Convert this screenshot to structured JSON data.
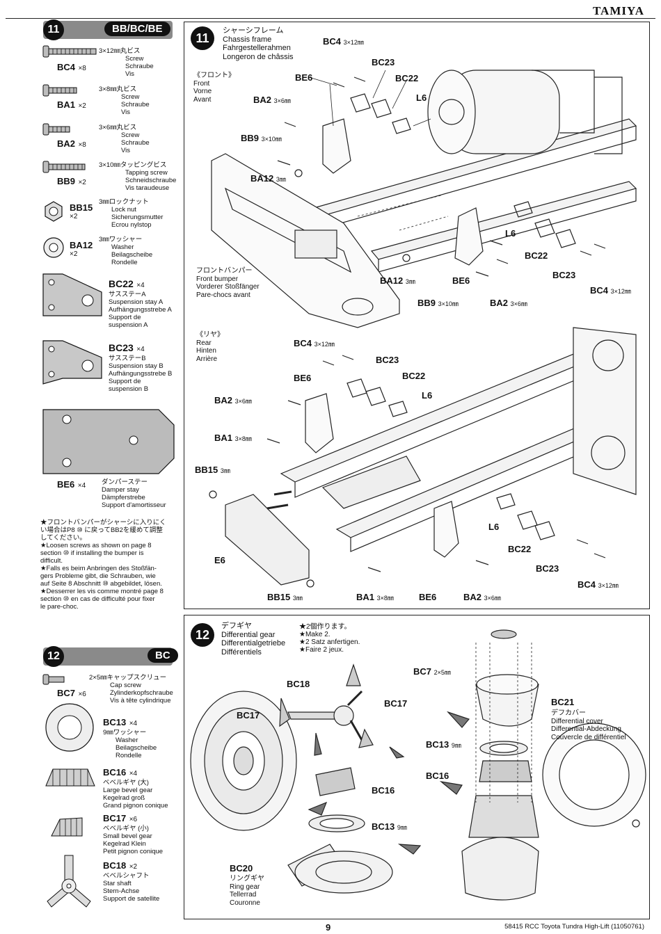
{
  "brand": "TAMIYA",
  "step11": {
    "number": "11",
    "badge": "BB/BC/BE",
    "parts": [
      {
        "code": "BC4",
        "qty": "×8",
        "jp": "3×12㎜丸ビス",
        "en": "Screw",
        "de": "Schraube",
        "fr": "Vis"
      },
      {
        "code": "BA1",
        "qty": "×2",
        "jp": "3×8㎜丸ビス",
        "en": "Screw",
        "de": "Schraube",
        "fr": "Vis"
      },
      {
        "code": "BA2",
        "qty": "×8",
        "jp": "3×6㎜丸ビス",
        "en": "Screw",
        "de": "Schraube",
        "fr": "Vis"
      },
      {
        "code": "BB9",
        "qty": "×2",
        "jp": "3×10㎜タッピングビス",
        "en": "Tapping screw",
        "de": "Schneidschraube",
        "fr": "Vis taraudeuse"
      },
      {
        "code": "BB15",
        "qty": "×2",
        "jp": "3㎜ロックナット",
        "en": "Lock nut",
        "de": "Sicherungsmutter",
        "fr": "Ecrou nylstop"
      },
      {
        "code": "BA12",
        "qty": "×2",
        "jp": "3㎜ワッシャー",
        "en": "Washer",
        "de": "Beilagscheibe",
        "fr": "Rondelle"
      }
    ],
    "stays": [
      {
        "code": "BC22",
        "qty": "×4",
        "jp": "サスステーA",
        "en": "Suspension stay A",
        "de": "Aufhängungsstrebe A",
        "fr1": "Support de",
        "fr2": "suspension A"
      },
      {
        "code": "BC23",
        "qty": "×4",
        "jp": "サスステーB",
        "en": "Suspension stay B",
        "de": "Aufhängungsstrebe B",
        "fr1": "Support de",
        "fr2": "suspension B"
      }
    ],
    "be6": {
      "code": "BE6",
      "qty": "×4",
      "jp": "ダンパーステー",
      "en": "Damper stay",
      "de": "Dämpferstrebe",
      "fr": "Support d'amortisseur"
    },
    "notes": [
      "★フロントバンパーがシャーシに入りにく",
      "い場合はP8 ⑩ に戻ってBB2を緩めて調整",
      "してください。",
      "★Loosen screws as shown on page 8",
      "section ⑩ if installing the bumper is",
      "difficult.",
      "★Falls es beim Anbringen des Stoßfän-",
      "gers Probleme gibt, die Schrauben, wie",
      "auf Seite 8 Abschnitt ⑩ abgebildet, lösen.",
      "★Desserrer les vis comme montré page 8",
      "section ⑩ en cas de difficulté pour fixer",
      "le pare-choc."
    ],
    "title_jp": "シャーシフレーム",
    "title_en": "Chassis frame",
    "title_de": "Fahrgestellerahmen",
    "title_fr": "Longeron de châssis",
    "front_jp": "《フロント》",
    "front_en": "Front",
    "front_de": "Vorne",
    "front_fr": "Avant",
    "rear_jp": "《リヤ》",
    "rear_en": "Rear",
    "rear_de": "Hinten",
    "rear_fr": "Arrière",
    "bumper_jp": "フロントバンパー",
    "bumper_en": "Front bumper",
    "bumper_de": "Vorderer Stoßfänger",
    "bumper_fr": "Pare-chocs avant",
    "labels": {
      "bc4": "BC4",
      "s3x12": "3×12㎜",
      "bc23": "BC23",
      "bc22": "BC22",
      "be6": "BE6",
      "l6": "L6",
      "ba2": "BA2",
      "s3x6": "3×6㎜",
      "bb9": "BB9",
      "s3x10": "3×10㎜",
      "ba12": "BA12",
      "s3": "3㎜",
      "ba1": "BA1",
      "s3x8": "3×8㎜",
      "bb15": "BB15",
      "e6": "E6"
    }
  },
  "step12": {
    "number": "12",
    "badge": "BC",
    "title_jp": "デフギヤ",
    "title_en": "Differential gear",
    "title_de": "Differentialgetriebe",
    "title_fr": "Différentiels",
    "make_jp": "★2個作ります。",
    "make_en": "★Make 2.",
    "make_de": "★2 Satz anfertigen.",
    "make_fr": "★Faire 2 jeux.",
    "parts": [
      {
        "code": "BC7",
        "qty": "×6",
        "jp": "2×5㎜キャップスクリュー",
        "en": "Cap screw",
        "de": "Zylinderkopfschraube",
        "fr": "Vis à tête cylindrique"
      },
      {
        "code": "BC13",
        "qty": "×4",
        "jp": "9㎜ワッシャー",
        "en": "Washer",
        "de": "Beilagscheibe",
        "fr": "Rondelle"
      },
      {
        "code": "BC16",
        "qty": "×4",
        "jp": "ベベルギヤ (大)",
        "en": "Large bevel gear",
        "de": "Kegelrad groß",
        "fr": "Grand pignon conique"
      },
      {
        "code": "BC17",
        "qty": "×6",
        "jp": "ベベルギヤ (小)",
        "en": "Small bevel gear",
        "de": "Kegelrad Klein",
        "fr": "Petit pignon conique"
      },
      {
        "code": "BC18",
        "qty": "×2",
        "jp": "ベベルシャフト",
        "en": "Star shaft",
        "de": "Stern-Achse",
        "fr": "Support de satellite"
      }
    ],
    "labels": {
      "bc18": "BC18",
      "bc17": "BC17",
      "bc16": "BC16",
      "bc13": "BC13",
      "s9": "9㎜",
      "bc20": "BC20",
      "bc7": "BC7",
      "s2x5": "2×5㎜",
      "bc21": "BC21"
    },
    "ring_jp": "リングギヤ",
    "ring_en": "Ring gear",
    "ring_de": "Tellerrad",
    "ring_fr": "Couronne",
    "cover_jp": "デフカバー",
    "cover_en": "Differential cover",
    "cover_de": "Differential-Abdeckung",
    "cover_fr": "Couvercle de différentiel"
  },
  "footer": {
    "page": "9",
    "ref": "58415 RCC Toyota Tundra High-Lift (11050761)"
  }
}
